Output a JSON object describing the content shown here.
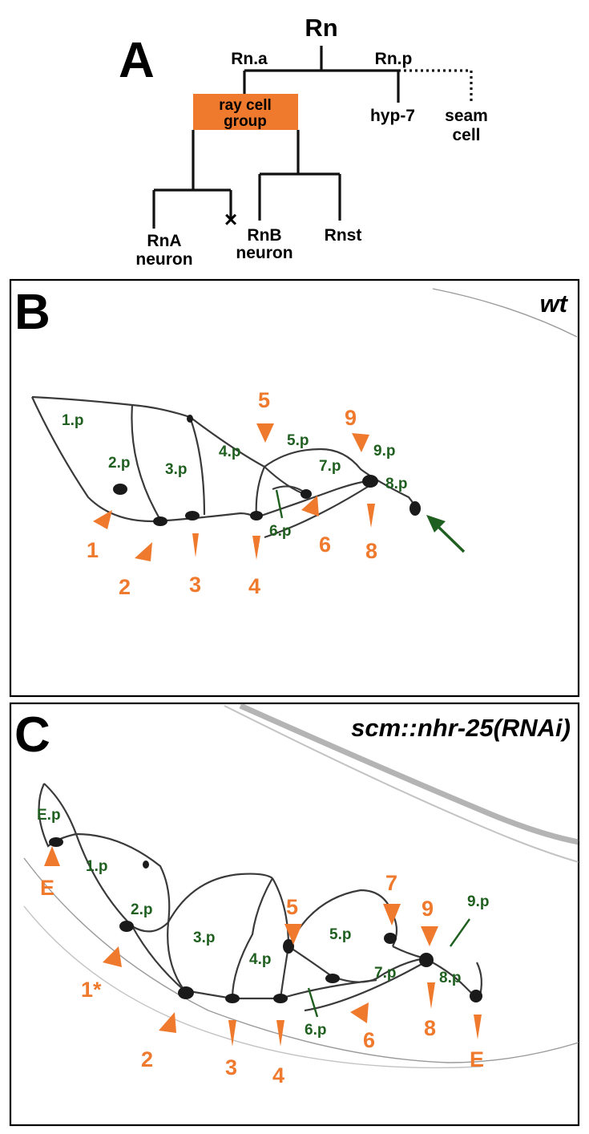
{
  "colors": {
    "orange": "#ef7a2e",
    "green": "#1f5f1f",
    "black": "#000000"
  },
  "panel_a": {
    "letter": "A",
    "root": "Rn",
    "left_child": "Rn.a",
    "right_child": "Rn.p",
    "box_line1": "ray cell",
    "box_line2": "group",
    "hyp": "hyp-7",
    "seam_line1": "seam",
    "seam_line2": "cell",
    "rna_line1": "RnA",
    "rna_line2": "neuron",
    "rnb_line1": "RnB",
    "rnb_line2": "neuron",
    "rnst": "Rnst",
    "death_mark": "×"
  },
  "panel_b": {
    "letter": "B",
    "genotype": "wt",
    "cells": [
      "1.p",
      "2.p",
      "3.p",
      "4.p",
      "5.p",
      "6.p",
      "7.p",
      "8.p",
      "9.p"
    ],
    "rays": [
      "1",
      "2",
      "3",
      "4",
      "5",
      "6",
      "8",
      "9"
    ]
  },
  "panel_c": {
    "letter": "C",
    "genotype": "scm::nhr-25(RNAi)",
    "cells": [
      "E.p",
      "1.p",
      "2.p",
      "3.p",
      "4.p",
      "5.p",
      "6.p",
      "7.p",
      "8.p",
      "9.p"
    ],
    "rays": [
      "E",
      "1*",
      "2",
      "3",
      "4",
      "5",
      "6",
      "7",
      "8",
      "9",
      "E"
    ]
  }
}
